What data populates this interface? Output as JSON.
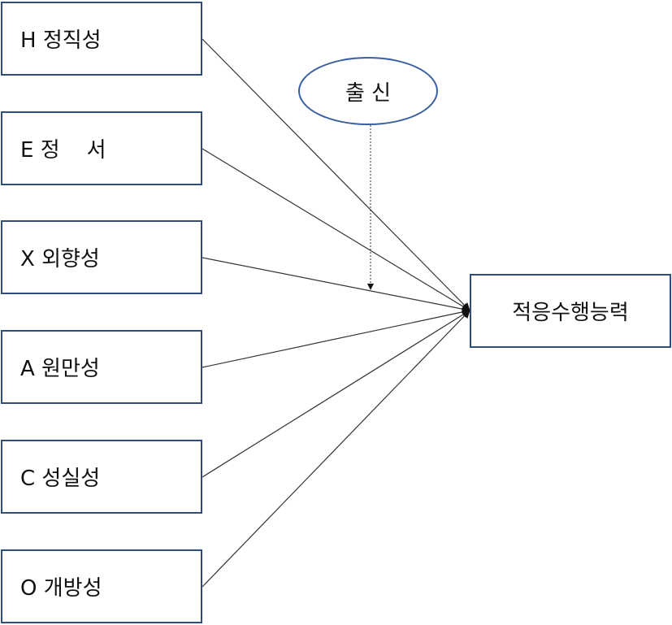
{
  "factors": [
    {
      "id": "h",
      "label": "H 정직성"
    },
    {
      "id": "e",
      "label": "E 정    서"
    },
    {
      "id": "x",
      "label": "X 외향성"
    },
    {
      "id": "a",
      "label": "A 원만성"
    },
    {
      "id": "c",
      "label": "C 성실성"
    },
    {
      "id": "o",
      "label": "O 개방성"
    }
  ],
  "moderator": {
    "label": "출 신"
  },
  "outcome": {
    "label": "적응수행능력"
  },
  "colors": {
    "box_border": "#2f4d7a",
    "ellipse_border": "#3a5fa0",
    "line": "#333333"
  }
}
